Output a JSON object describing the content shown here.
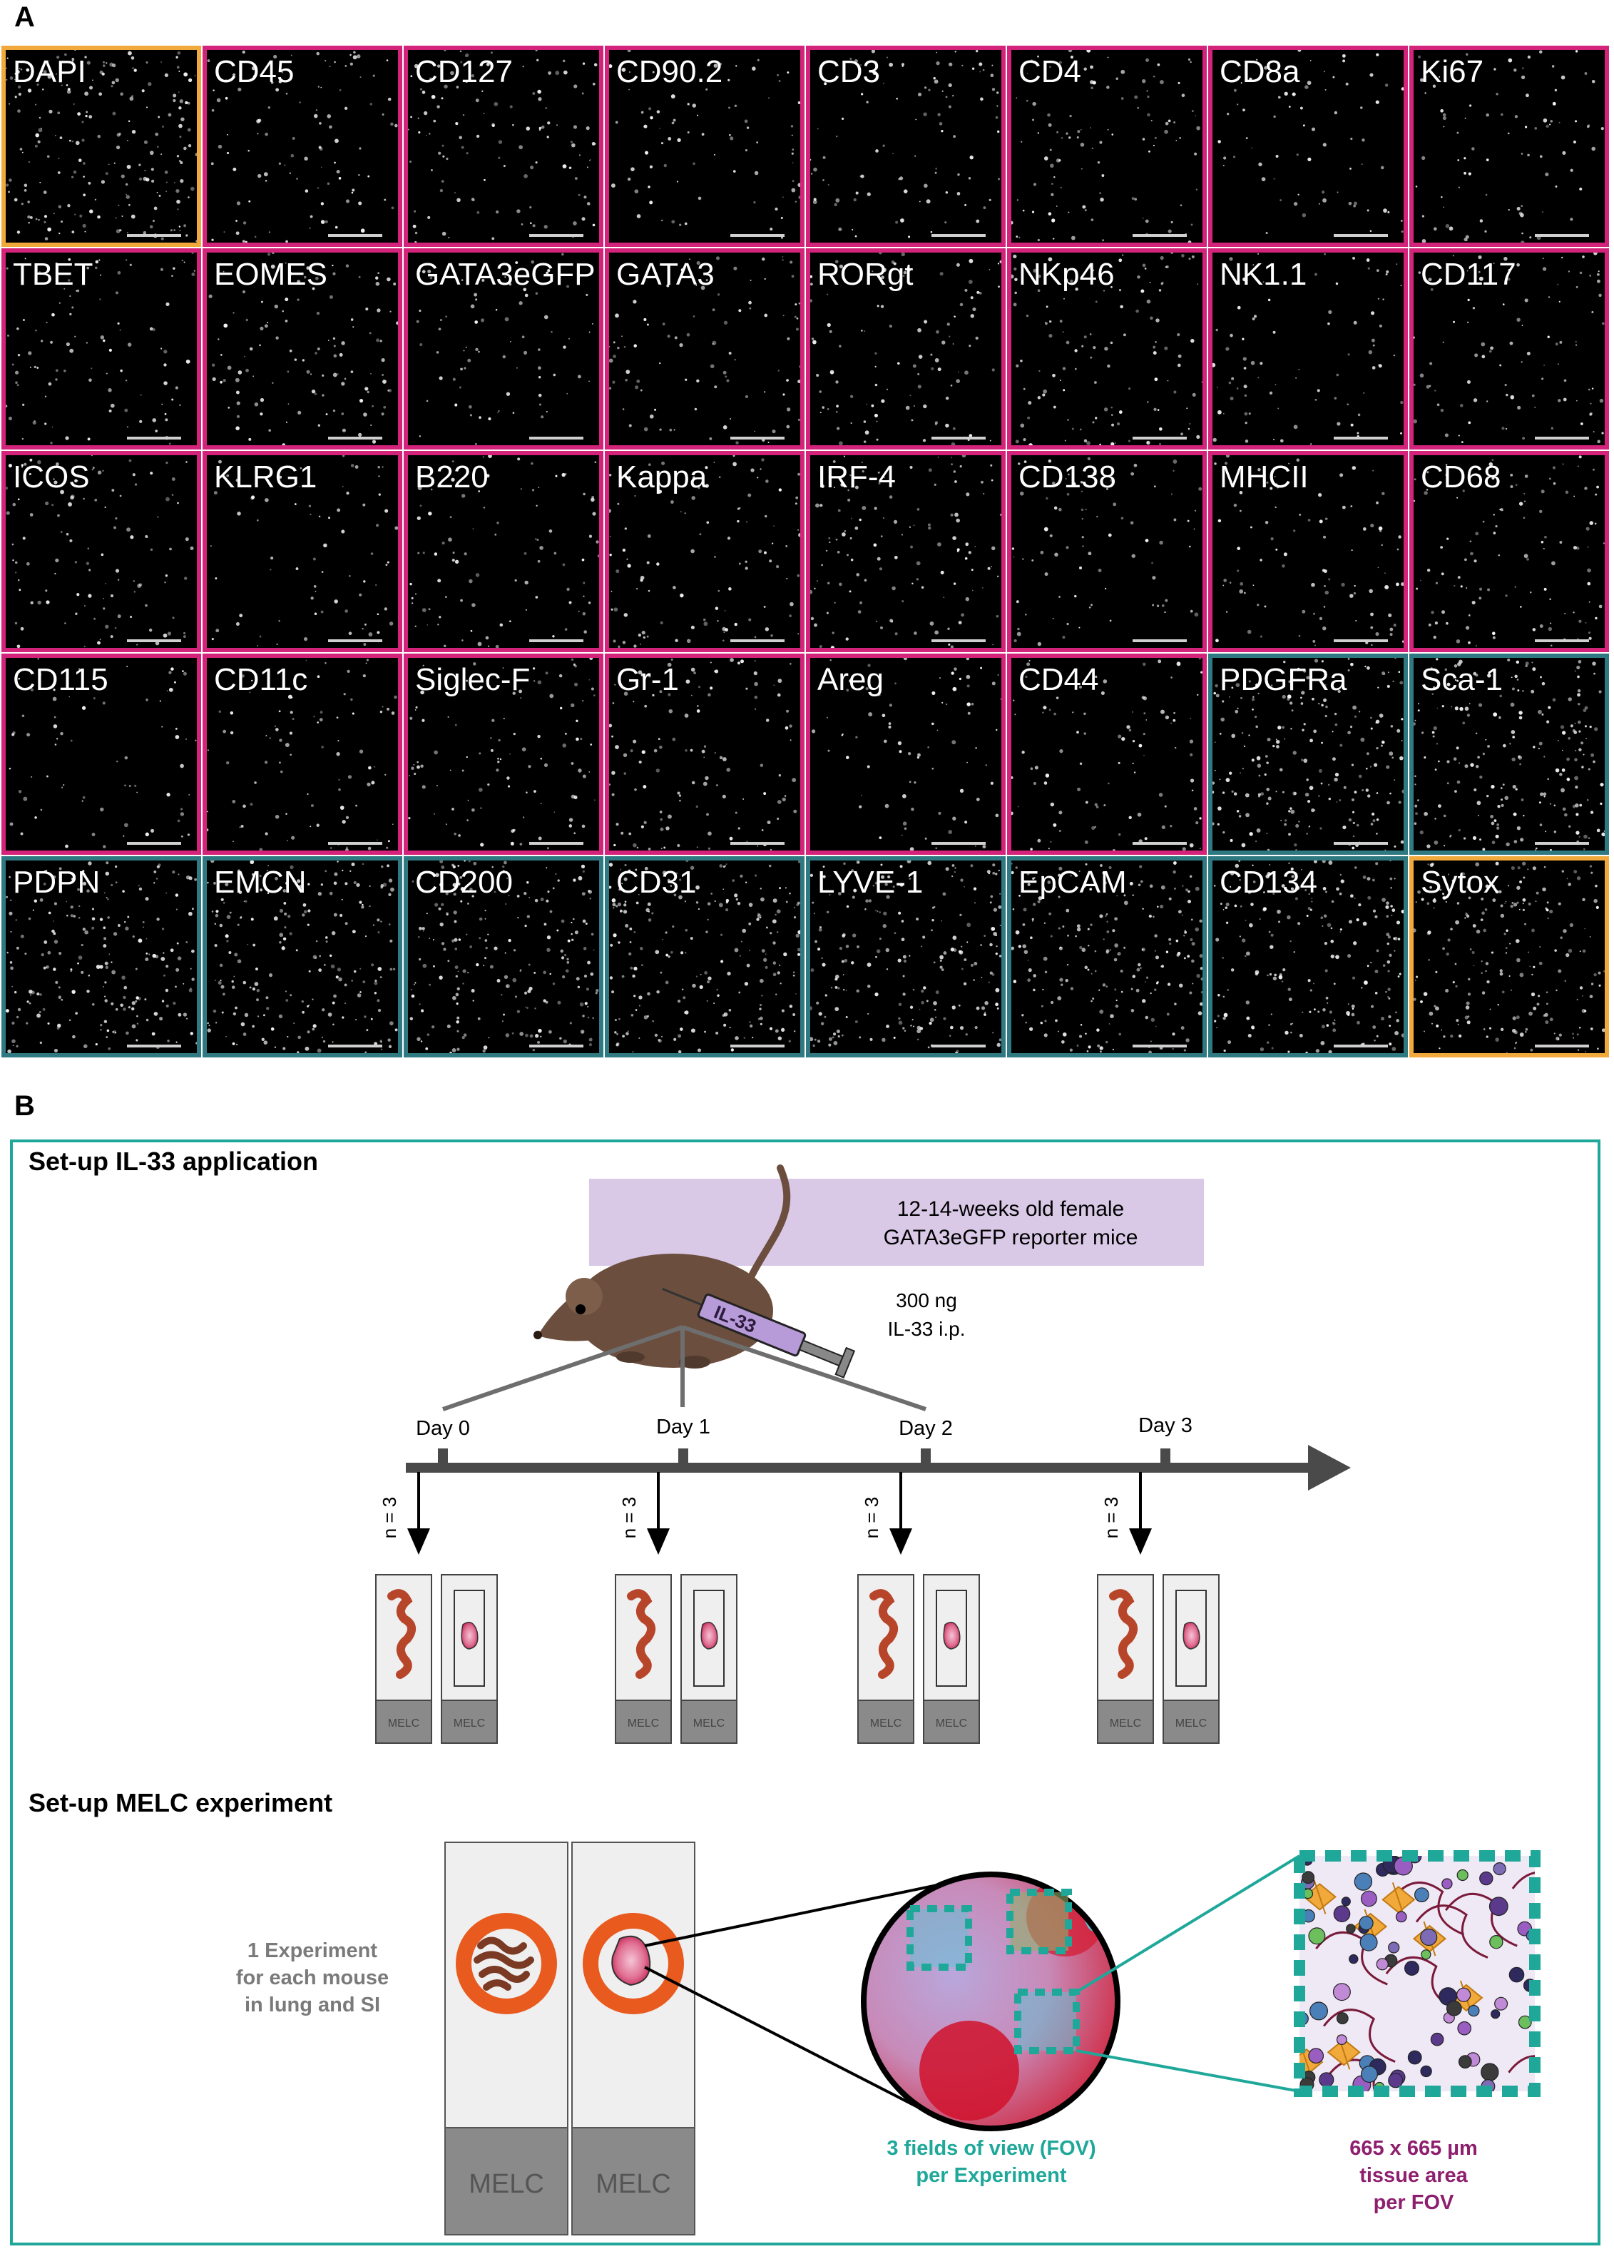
{
  "panel_a": {
    "letter": "A",
    "rows": [
      [
        {
          "label": "DAPI",
          "group": "nuclear"
        },
        {
          "label": "CD45",
          "group": "immune"
        },
        {
          "label": "CD127",
          "group": "immune"
        },
        {
          "label": "CD90.2",
          "group": "immune"
        },
        {
          "label": "CD3",
          "group": "immune"
        },
        {
          "label": "CD4",
          "group": "immune"
        },
        {
          "label": "CD8a",
          "group": "immune"
        },
        {
          "label": "Ki67",
          "group": "immune"
        }
      ],
      [
        {
          "label": "TBET",
          "group": "immune"
        },
        {
          "label": "EOMES",
          "group": "immune"
        },
        {
          "label": "GATA3eGFP",
          "group": "immune"
        },
        {
          "label": "GATA3",
          "group": "immune"
        },
        {
          "label": "RORgt",
          "group": "immune"
        },
        {
          "label": "NKp46",
          "group": "immune"
        },
        {
          "label": "NK1.1",
          "group": "immune"
        },
        {
          "label": "CD117",
          "group": "immune"
        }
      ],
      [
        {
          "label": "ICOS",
          "group": "immune"
        },
        {
          "label": "KLRG1",
          "group": "immune"
        },
        {
          "label": "B220",
          "group": "immune"
        },
        {
          "label": "Kappa",
          "group": "immune"
        },
        {
          "label": "IRF-4",
          "group": "immune"
        },
        {
          "label": "CD138",
          "group": "immune"
        },
        {
          "label": "MHCII",
          "group": "immune"
        },
        {
          "label": "CD68",
          "group": "immune"
        }
      ],
      [
        {
          "label": "CD115",
          "group": "immune"
        },
        {
          "label": "CD11c",
          "group": "immune"
        },
        {
          "label": "Siglec-F",
          "group": "immune"
        },
        {
          "label": "Gr-1",
          "group": "immune"
        },
        {
          "label": "Areg",
          "group": "immune"
        },
        {
          "label": "CD44",
          "group": "immune"
        },
        {
          "label": "PDGFRa",
          "group": "stromal"
        },
        {
          "label": "Sca-1",
          "group": "stromal"
        }
      ],
      [
        {
          "label": "PDPN",
          "group": "stromal"
        },
        {
          "label": "EMCN",
          "group": "stromal"
        },
        {
          "label": "CD200",
          "group": "stromal"
        },
        {
          "label": "CD31",
          "group": "stromal"
        },
        {
          "label": "LYVE-1",
          "group": "stromal"
        },
        {
          "label": "EpCAM",
          "group": "stromal"
        },
        {
          "label": "CD134",
          "group": "stromal"
        },
        {
          "label": "Sytox",
          "group": "nuclear"
        }
      ]
    ],
    "colors": {
      "nuclear": "#f2a93b",
      "immune": "#d4237a",
      "stromal": "#2f7a82"
    }
  },
  "panel_b": {
    "letter": "B",
    "setup_il33_title": "Set-up IL-33 application",
    "mice_label_line1": "12-14-weeks old female",
    "mice_label_line2": "GATA3eGFP reporter mice",
    "syringe_label": "IL-33",
    "dose_line1": "300 ng",
    "dose_line2": "IL-33 i.p.",
    "days": [
      "Day 0",
      "Day 1",
      "Day 2",
      "Day 3"
    ],
    "n_label": "n = 3",
    "slide_label": "MELC",
    "setup_melc_title": "Set-up MELC experiment",
    "experiment_line1": "1 Experiment",
    "experiment_line2": "for each mouse",
    "experiment_line3": "in lung and SI",
    "fov_line1": "3 fields of view (FOV)",
    "fov_line2": "per  Experiment",
    "area_line1": "665 x 665 µm",
    "area_line2": "tissue area",
    "area_line3": "per FOV",
    "colors": {
      "teal": "#1fa89a",
      "lavender": "#d9c9e6",
      "magenta": "#8e1f6e",
      "orange": "#e85a1e",
      "gray_text": "#7a7a7a"
    }
  }
}
